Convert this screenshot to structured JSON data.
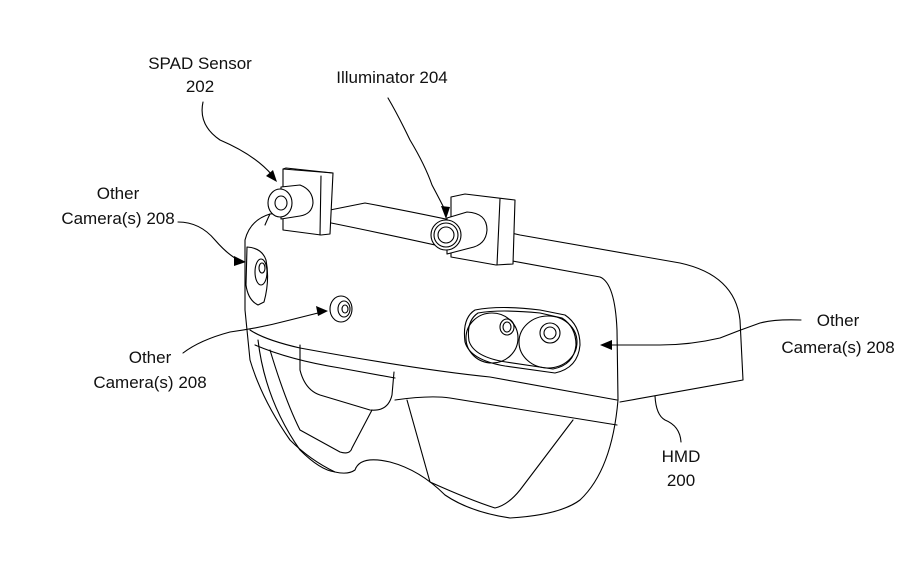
{
  "figure": {
    "type": "patent line drawing",
    "subject": "Head-mounted display with sensors",
    "labels": {
      "spad_sensor": {
        "line1": "SPAD Sensor",
        "line2": "202"
      },
      "illuminator": {
        "line1": "Illuminator 204"
      },
      "other_camera_left": {
        "line1": "Other",
        "line2": "Camera(s) 208"
      },
      "other_camera_center": {
        "line1": "Other",
        "line2": "Camera(s) 208"
      },
      "other_camera_right": {
        "line1": "Other",
        "line2": "Camera(s) 208"
      },
      "hmd": {
        "line1": "HMD",
        "line2": "200"
      }
    },
    "line_color": "#000000",
    "background_color": "#ffffff"
  }
}
